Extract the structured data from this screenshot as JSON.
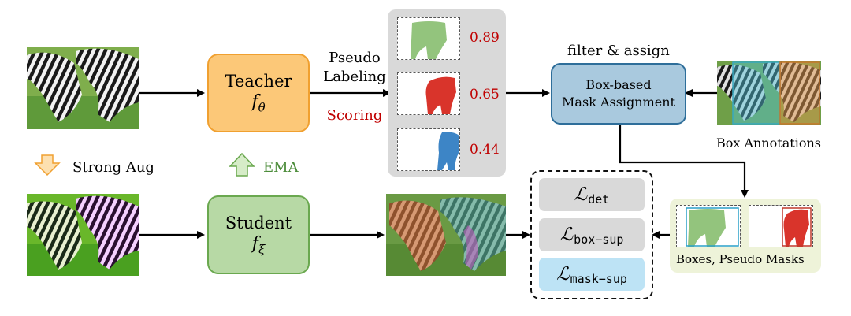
{
  "teacher": {
    "title": "Teacher",
    "symbol": "f",
    "subscript": "θ"
  },
  "student": {
    "title": "Student",
    "symbol": "f",
    "subscript": "ξ"
  },
  "pseudo_labeling": {
    "line1": "Pseudo",
    "line2": "Labeling"
  },
  "scoring": "Scoring",
  "scores": [
    "0.89",
    "0.65",
    "0.44"
  ],
  "filter_assign": "filter & assign",
  "assignment": {
    "line1": "Box-based",
    "line2": "Mask Assignment"
  },
  "box_annotations": "Box Annotations",
  "strong_aug": "Strong Aug",
  "ema": "EMA",
  "losses": [
    {
      "symbol": "ℒ",
      "subscript": "det"
    },
    {
      "symbol": "ℒ",
      "subscript": "box−sup"
    },
    {
      "symbol": "ℒ",
      "subscript": "mask−sup"
    }
  ],
  "boxes_pseudo_masks": "Boxes, Pseudo Masks",
  "colors": {
    "teacher_fill": "#fcc878",
    "teacher_border": "#f0a030",
    "student_fill": "#b7d9a5",
    "student_border": "#6aa84f",
    "assignment_fill": "#a9c9de",
    "assignment_border": "#2e6e9a",
    "scoring_red": "#c00000",
    "ema_green": "#6aa84f",
    "mask_green": "#93c47d",
    "mask_red": "#d9342b",
    "mask_blue": "#3d85c6",
    "loss_gray": "#d9d9d9",
    "loss_blue": "#bde3f5",
    "pseudo_panel": "#eef3d9"
  }
}
